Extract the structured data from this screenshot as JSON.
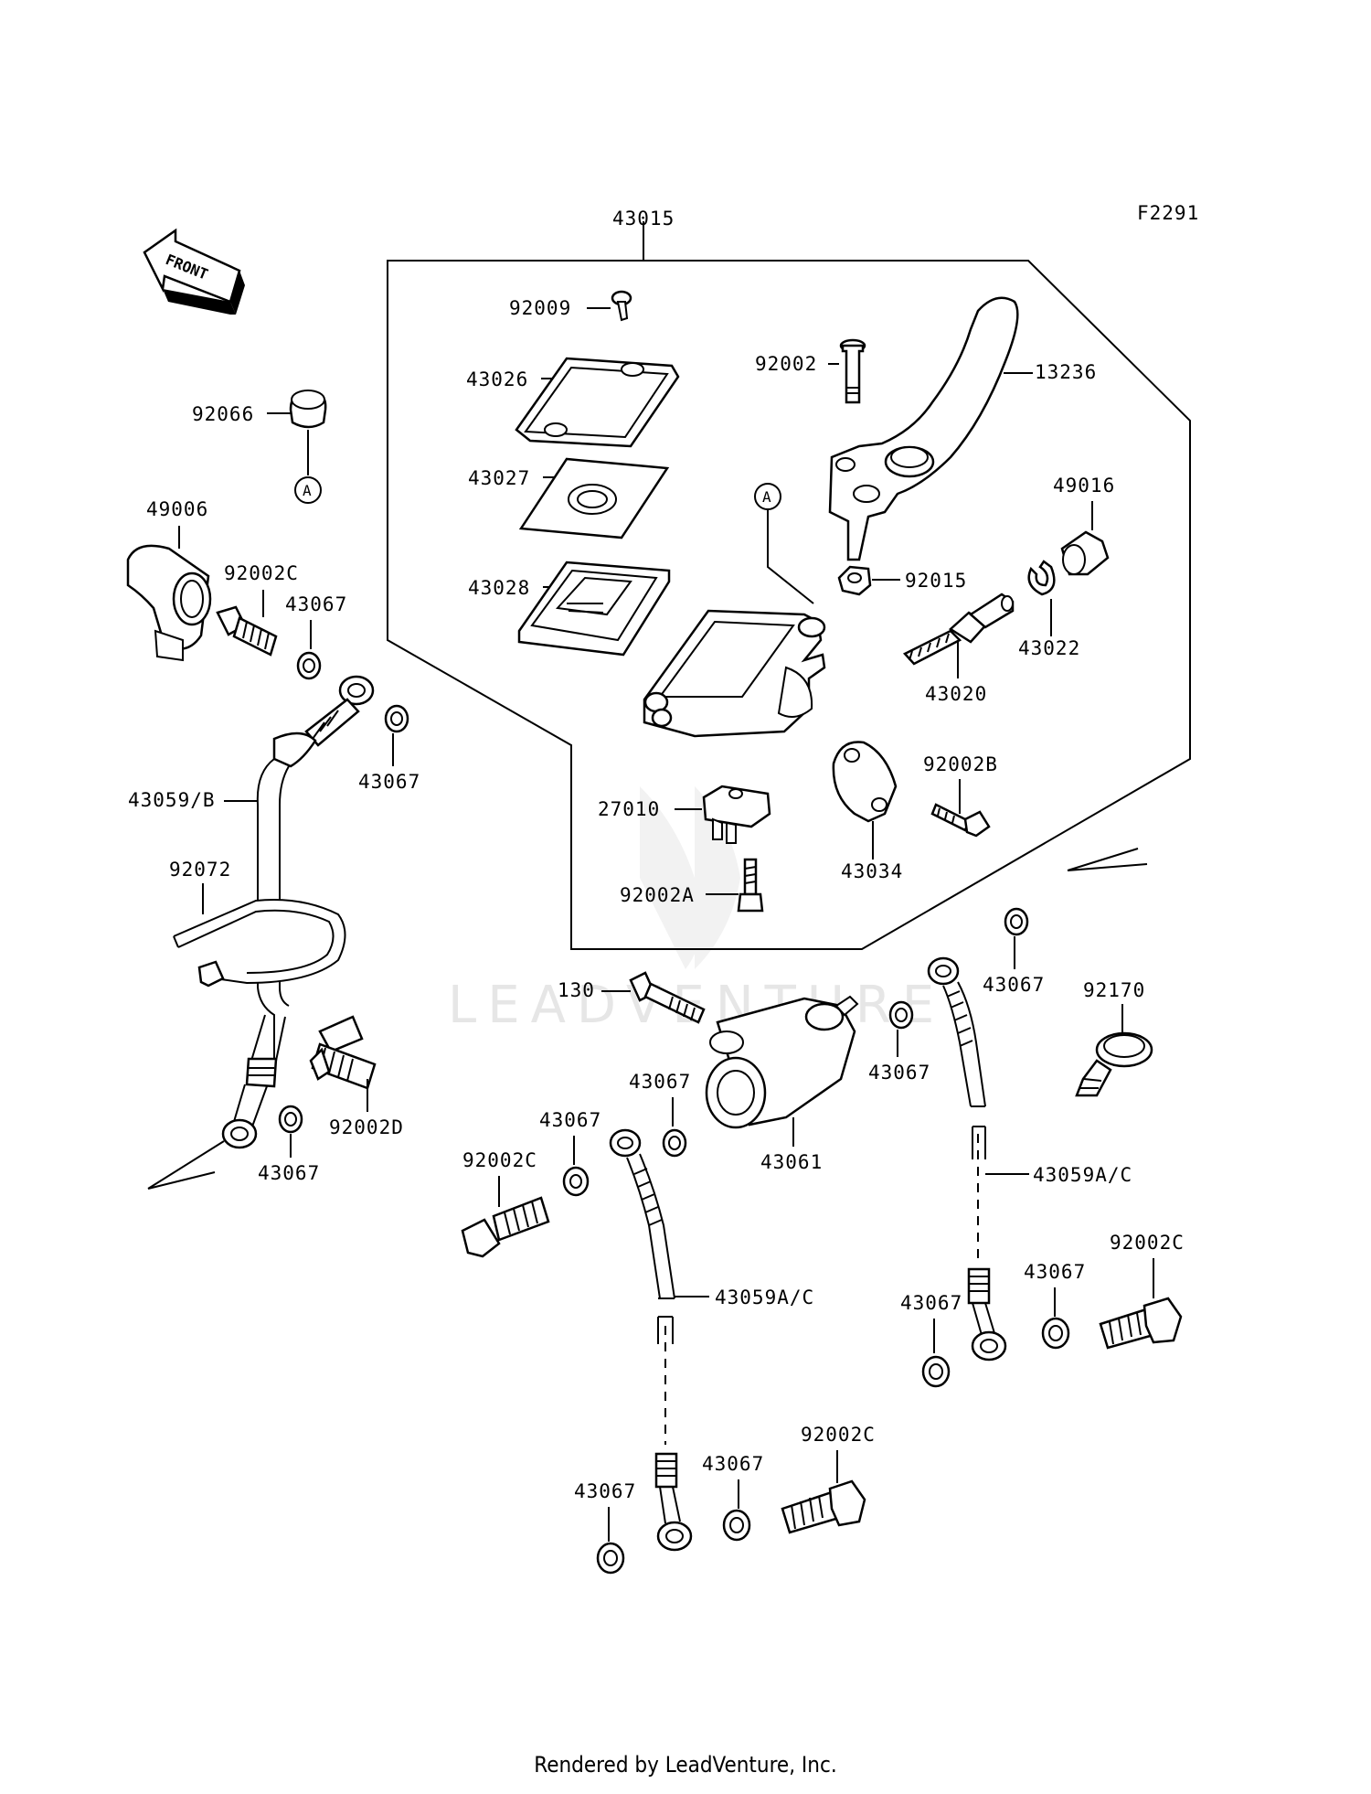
{
  "figure_code": "F2291",
  "front_label": "FRONT",
  "circle_ref": "A",
  "watermark": "LEADVENTURE",
  "footer": "Rendered by LeadVenture, Inc.",
  "labels": {
    "l43015": "43015",
    "l92009": "92009",
    "l43026": "43026",
    "l43027": "43027",
    "l43028": "43028",
    "l92002": "92002",
    "l13236": "13236",
    "l49016": "49016",
    "l92015": "92015",
    "l43022": "43022",
    "l43020": "43020",
    "l92002B": "92002B",
    "l27010": "27010",
    "l43034": "43034",
    "l92002A": "92002A",
    "l92066": "92066",
    "l49006": "49006",
    "l92002C_a": "92002C",
    "l43067_a": "43067",
    "l43067_b": "43067",
    "l43059B": "43059/B",
    "l92072": "92072",
    "l92002D": "92002D",
    "l43067_c": "43067",
    "l130": "130",
    "l43067_d": "43067",
    "l43067_e": "43067",
    "l43061": "43061",
    "l43067_f": "43067",
    "l92170": "92170",
    "l43059AC_a": "43059A/C",
    "l92002C_b": "92002C",
    "l43067_g": "43067",
    "l43059AC_b": "43059A/C",
    "l43067_h": "43067",
    "l43067_i": "43067",
    "l92002C_c": "92002C",
    "l92002C_d": "92002C",
    "l43067_j": "43067",
    "l43067_k": "43067"
  }
}
